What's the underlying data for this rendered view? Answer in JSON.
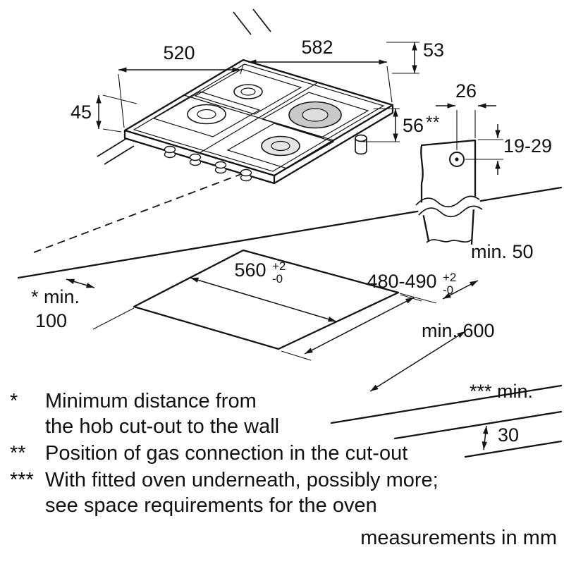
{
  "dims": {
    "hob_depth": "520",
    "hob_width": "582",
    "hob_total_height": "53",
    "hob_body_height": "45",
    "gas_connection_height": "56",
    "gas_offset": "26",
    "gas_depth_range": "19-29",
    "gas_marker": "**",
    "cutout_width": "560",
    "cutout_depth": "480-490",
    "tol_plus": "+2",
    "tol_minus": "-0",
    "min_side_wall": "min. 50",
    "min_rear_line1": "* min.",
    "min_rear_line2": "100",
    "worktop_depth": "min. 600",
    "min_oven_line1": "*** min.",
    "min_oven_line2": "30"
  },
  "footnotes": {
    "marker1": "*",
    "line1a": "Minimum distance from",
    "line1b": "the hob cut-out to the wall",
    "marker2": "**",
    "line2": "Position of gas connection in the cut-out",
    "marker3": "***",
    "line3a": "With fitted oven underneath, possibly more;",
    "line3b": "see space requirements for the oven",
    "units": "measurements in mm"
  }
}
